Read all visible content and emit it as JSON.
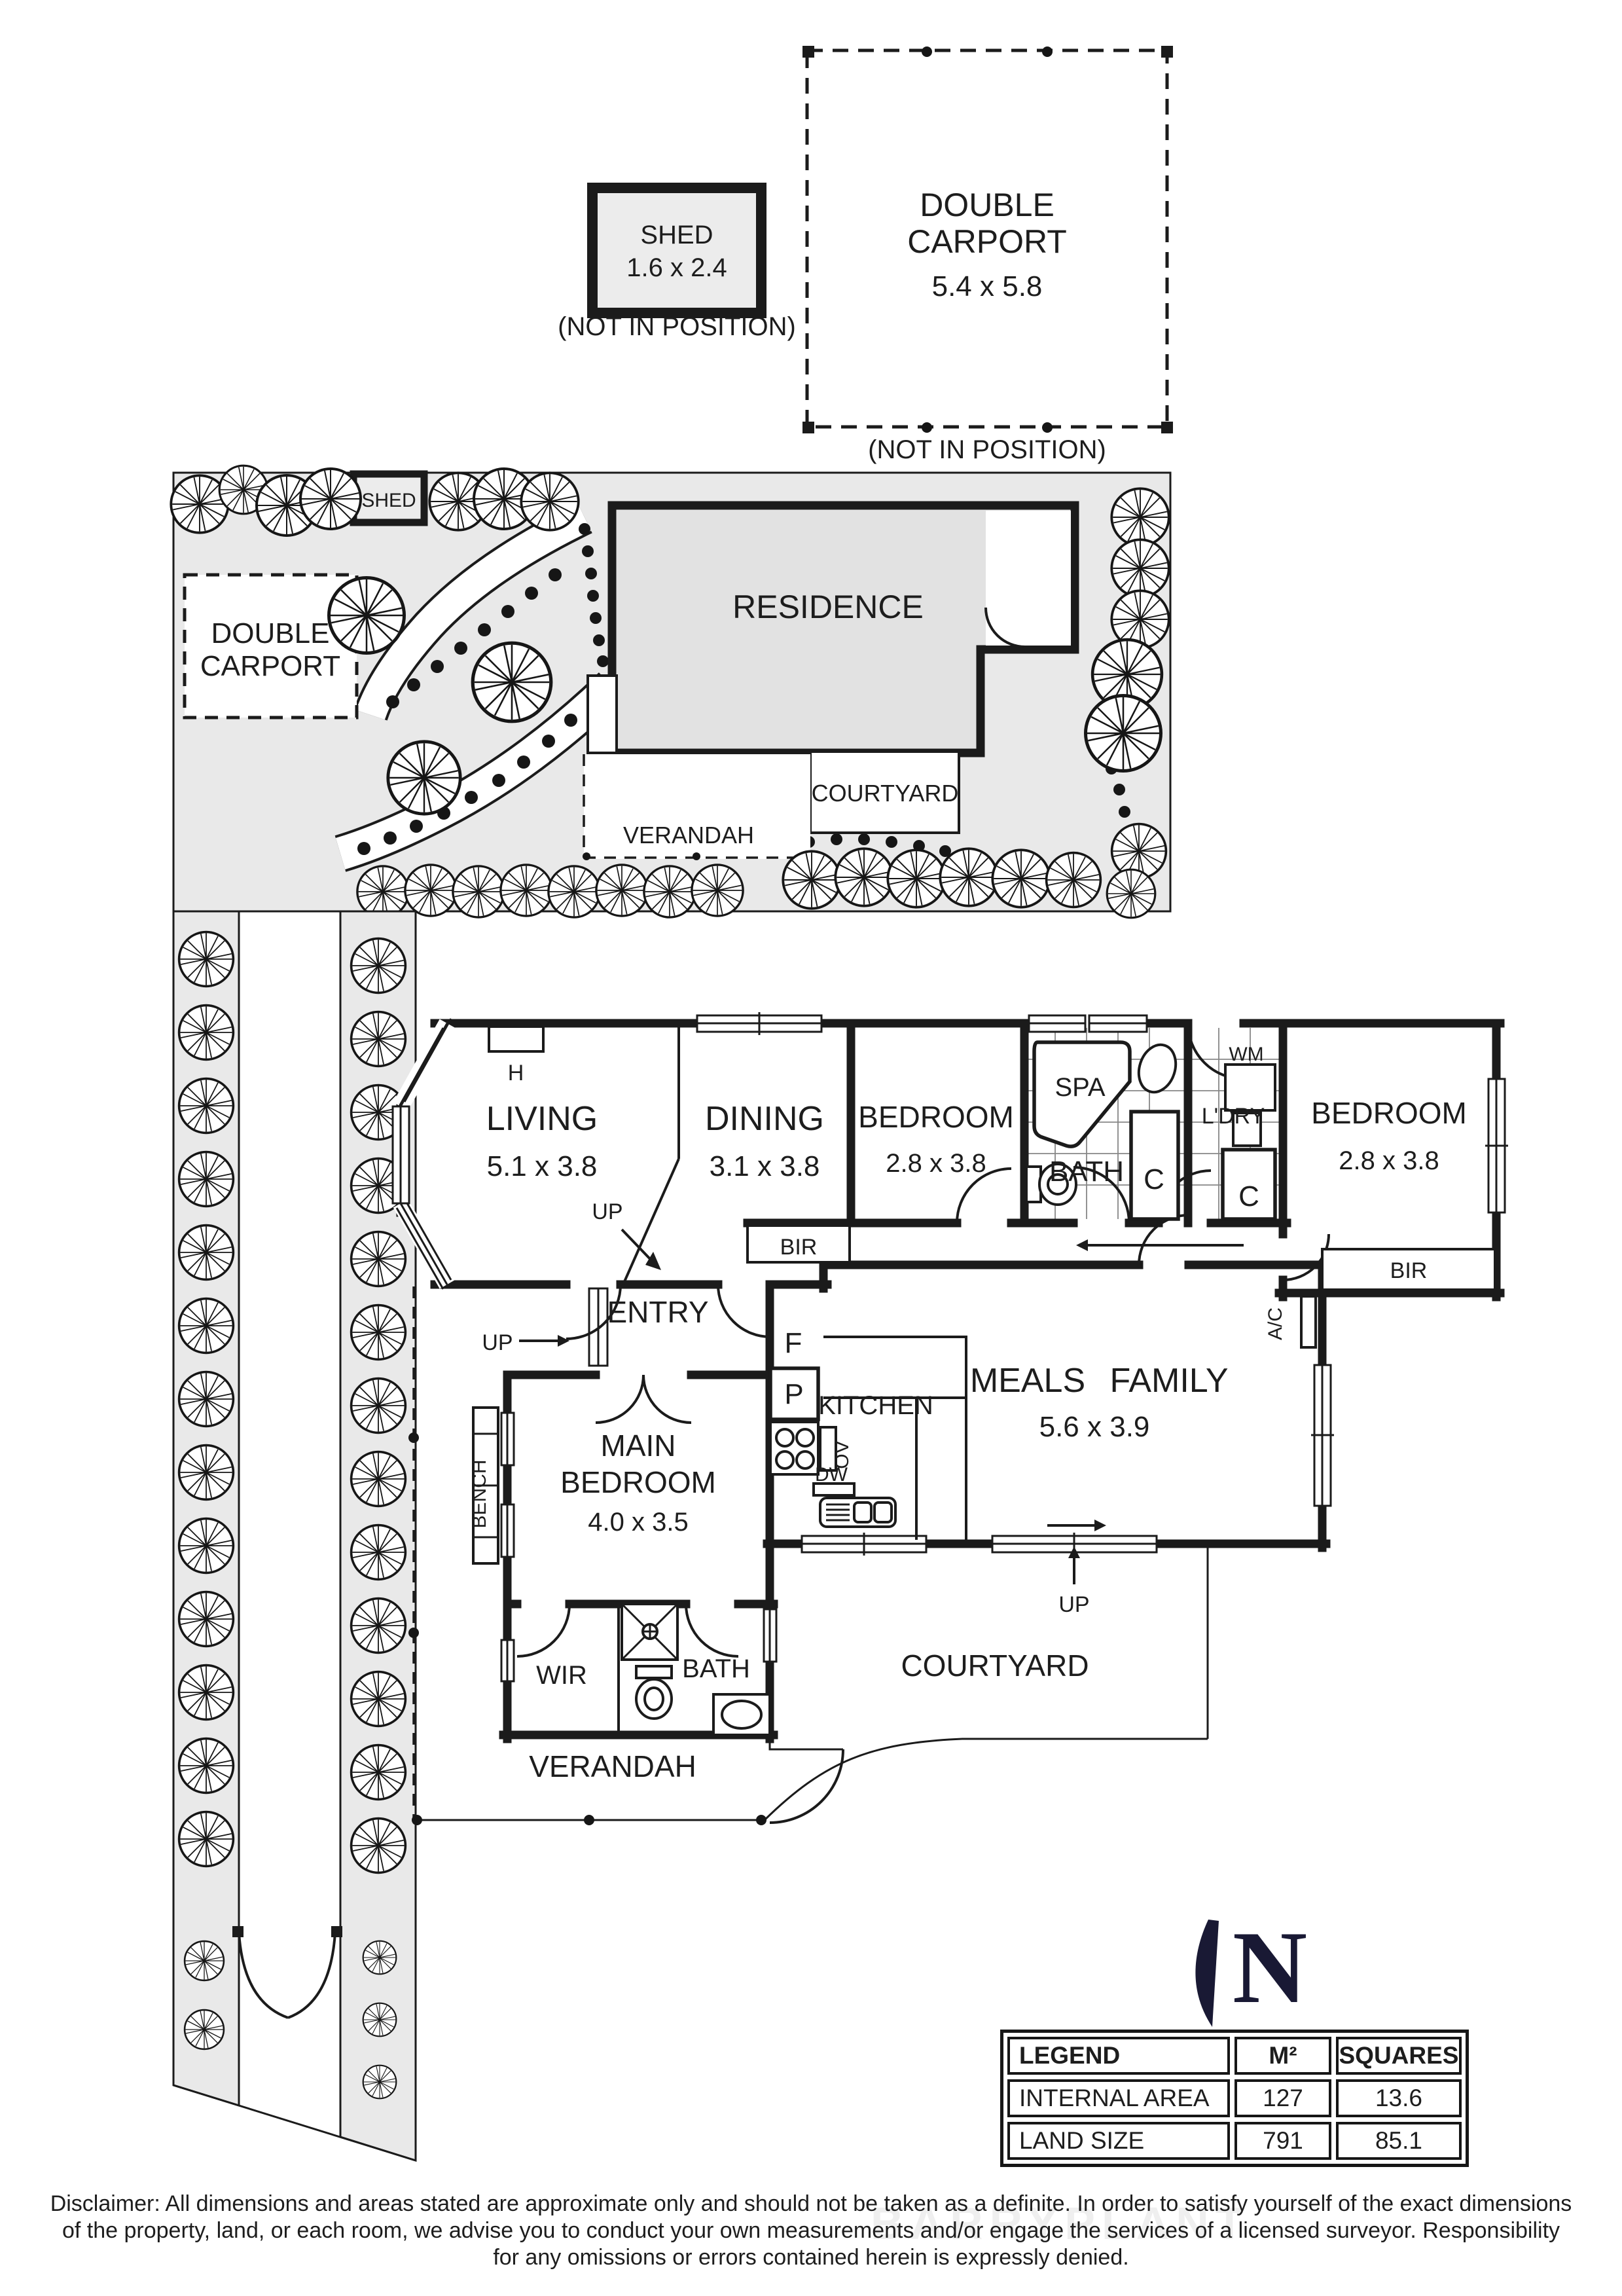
{
  "colors": {
    "wall": "#1b1b1b",
    "site_fill": "#e9e9e9",
    "residence_fill": "#e2e2e2",
    "shed_fill": "#ececec",
    "north_navy": "#191934",
    "text": "#1d1d1d"
  },
  "outbuildings": {
    "shed": {
      "name": "SHED",
      "dims": "1.6 x 2.4",
      "note": "(NOT IN POSITION)"
    },
    "carport": {
      "name_line1": "DOUBLE",
      "name_line2": "CARPORT",
      "dims": "5.4 x 5.8",
      "note": "(NOT IN POSITION)"
    }
  },
  "site": {
    "shed": "SHED",
    "carport_line1": "DOUBLE",
    "carport_line2": "CARPORT",
    "residence": "RESIDENCE",
    "courtyard": "COURTYARD",
    "verandah": "VERANDAH"
  },
  "rooms": {
    "living": {
      "name": "LIVING",
      "dims": "5.1 x 3.8"
    },
    "dining": {
      "name": "DINING",
      "dims": "3.1 x 3.8"
    },
    "bedroom_mid": {
      "name": "BEDROOM",
      "dims": "2.8 x 3.8"
    },
    "bedroom_right": {
      "name": "BEDROOM",
      "dims": "2.8 x 3.8"
    },
    "main_bedroom": {
      "line1": "MAIN",
      "line2": "BEDROOM",
      "dims": "4.0 x 3.5"
    },
    "meals_family": {
      "name_left": "MEALS",
      "name_right": "FAMILY",
      "dims": "5.6 x 3.9"
    },
    "kitchen": "KITCHEN",
    "entry": "ENTRY",
    "courtyard": "COURTYARD",
    "verandah": "VERANDAH"
  },
  "labels": {
    "spa": "SPA",
    "bath": "BATH",
    "ldry": "L'DRY",
    "wm": "WM",
    "c": "C",
    "bir": "BIR",
    "ac": "A/C",
    "up": "UP",
    "h": "H",
    "f": "F",
    "p": "P",
    "ov": "OV",
    "dw": "DW",
    "wir": "WIR",
    "bench": "BENCH"
  },
  "north_label": "N",
  "legend": {
    "header": [
      "LEGEND",
      "M²",
      "SQUARES"
    ],
    "rows": [
      {
        "label": "INTERNAL AREA",
        "m2": "127",
        "squares": "13.6"
      },
      {
        "label": "LAND SIZE",
        "m2": "791",
        "squares": "85.1"
      }
    ]
  },
  "disclaimer": {
    "line1": "Disclaimer: All dimensions and areas stated are approximate only and should not be taken as a definite. In order to satisfy yourself of the exact dimensions",
    "line2": "of the property, land, or each room, we advise you to conduct your own measurements and/or engage the services of a licensed surveyor. Responsibility",
    "line3": "for any omissions or errors contained herein is expressly denied."
  },
  "watermark": "BARRYPLANT"
}
